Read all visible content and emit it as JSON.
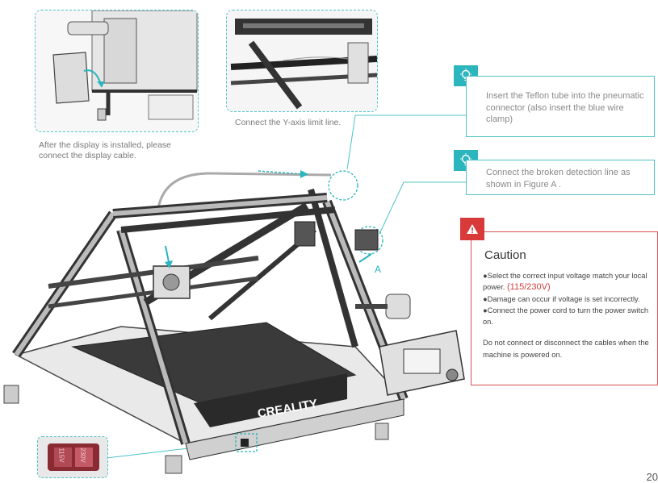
{
  "figure1": {
    "caption": "After the display is installed, please connect the display cable."
  },
  "figure2": {
    "caption": "Connect the Y-axis limit line."
  },
  "tip1": {
    "icon": "lightbulb-icon",
    "text": "Insert the Teflon tube into the pneumatic connector (also insert the blue wire clamp)"
  },
  "tip2": {
    "icon": "lightbulb-icon",
    "text": "Connect the broken detection line as shown in Figure A ."
  },
  "figure_a_label": "A",
  "printer": {
    "brand": "CREALITY"
  },
  "switch_labels": [
    "115V",
    "230V"
  ],
  "caution": {
    "icon": "warning-icon",
    "title": "Caution",
    "line1": "●Select the correct input voltage match your local power.",
    "voltage": "(115/230V)",
    "line2": "●Damage can occur if voltage is set incorrectly.",
    "line3": "●Connect the power cord to turn the power switch on.",
    "line4": "Do not connect or disconnect the cables when the machine is powered on."
  },
  "page_number": "20",
  "colors": {
    "accent": "#2bb5bd",
    "warning": "#d83a3a"
  }
}
